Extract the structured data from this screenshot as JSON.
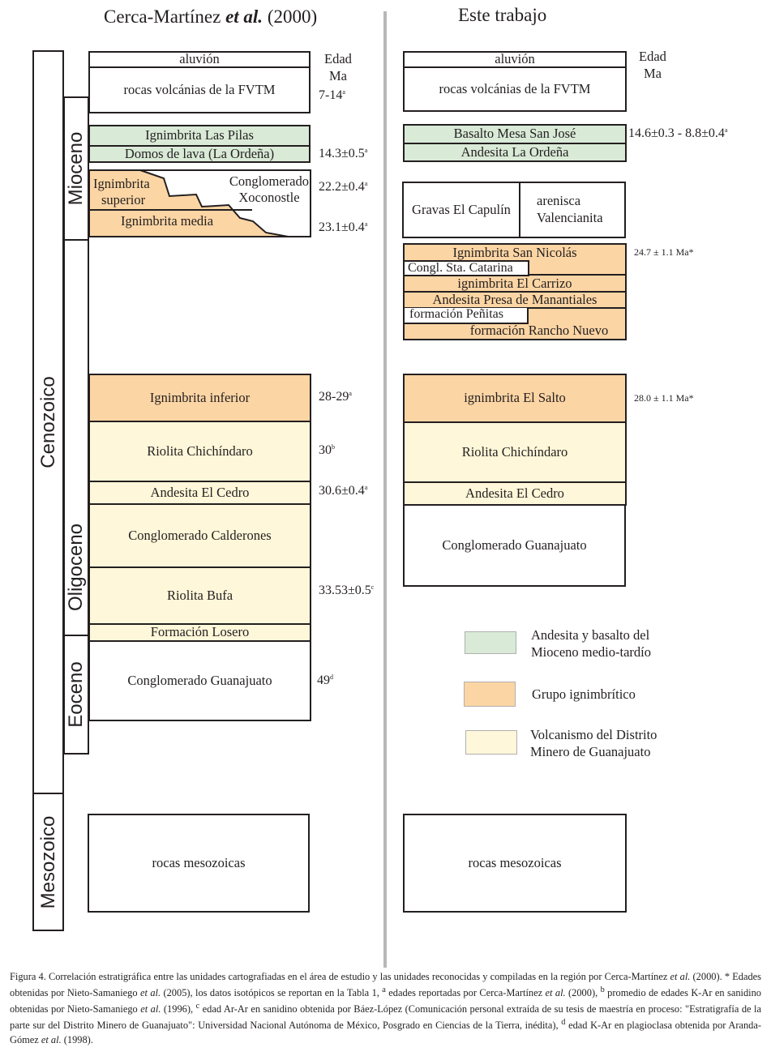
{
  "left_column": {
    "title_prefix": "Cerca-Martínez ",
    "title_italic": "et al.",
    "title_suffix": " (2000)",
    "age_header": [
      "Edad",
      "Ma"
    ],
    "units": {
      "aluvion": "aluvión",
      "fvtm": "rocas volcánias de la FVTM",
      "las_pilas": "Ignimbrita Las Pilas",
      "domos": "Domos de lava (La Ordeña)",
      "ign_superior": [
        "Ignimbrita",
        "superior"
      ],
      "xoconostle": [
        "Conglomerado",
        "Xoconostle"
      ],
      "ign_media": "Ignimbrita media",
      "ign_inferior": "Ignimbrita inferior",
      "chichindaro": "Riolita Chichíndaro",
      "cedro": "Andesita El Cedro",
      "calderones": "Conglomerado Calderones",
      "bufa": "Riolita Bufa",
      "losero": "Formación Losero",
      "guanajuato": "Conglomerado Guanajuato",
      "mesozoicas": "rocas mesozoicas"
    },
    "ages": {
      "fvtm": {
        "value": "7-14",
        "note": "a"
      },
      "domos": {
        "value": "14.3±0.5",
        "note": "a"
      },
      "superior": {
        "value": "22.2±0.4",
        "note": "a"
      },
      "media": {
        "value": "23.1±0.4",
        "note": "a"
      },
      "inferior": {
        "value": "28-29",
        "note": "a"
      },
      "chichindaro": {
        "value": "30",
        "note": "b"
      },
      "cedro": {
        "value": "30.6±0.4",
        "note": "a"
      },
      "bufa": {
        "value": "33.53±0.5",
        "note": "c"
      },
      "guanajuato": {
        "value": "49",
        "note": "d"
      }
    }
  },
  "right_column": {
    "title": "Este trabajo",
    "age_header": [
      "Edad",
      "Ma"
    ],
    "units": {
      "aluvion": "aluvión",
      "fvtm": "rocas volcánias de la FVTM",
      "mesa_san_jose": "Basalto Mesa San José",
      "la_ordena": "Andesita La Ordeña",
      "capulin": "Gravas El Capulín",
      "valencianita": [
        "arenisca",
        "Valencianita"
      ],
      "san_nicolas": "Ignimbrita San Nicolás",
      "sta_catarina": "Congl. Sta. Catarina",
      "el_carrizo": "ignimbrita El Carrizo",
      "manantiales": "Andesita Presa de Manantiales",
      "penitas": "formación Peñitas",
      "rancho_nuevo": "formación Rancho Nuevo",
      "el_salto": "ignimbrita El Salto",
      "chichindaro": "Riolita Chichíndaro",
      "cedro": "Andesita El Cedro",
      "guanajuato": "Conglomerado Guanajuato",
      "mesozoicas": "rocas mesozoicas"
    },
    "ages": {
      "mesa": {
        "value": "14.6±0.3 - 8.8±0.4",
        "note": "a"
      },
      "san_nicolas": "24.7 ± 1.1 Ma*",
      "el_salto": "28.0 ± 1.1 Ma*"
    }
  },
  "eras": {
    "cenozoico": "Cenozoico",
    "mesozoico": "Mesozoico"
  },
  "epochs": {
    "mioceno": "Mioceno",
    "oligoceno": "Oligoceno",
    "eoceno": "Eoceno"
  },
  "legend": [
    {
      "label": [
        "Andesita y basalto del",
        "Mioceno medio-tardío"
      ],
      "color": "#d9ead7"
    },
    {
      "label": [
        "Grupo ignimbrítico"
      ],
      "color": "#fcd5a4"
    },
    {
      "label": [
        "Volcanismo del Distrito",
        "Minero de Guanajuato"
      ],
      "color": "#fff7d9"
    }
  ],
  "caption": {
    "p1": "Figura 4. Correlación estratigráfica entre las unidades cartografiadas en el área de estudio y las unidades reconocidas y compiladas en la región por Cerca-Martínez ",
    "etal": "et al.",
    "p2": " (2000). * Edades obtenidas por Nieto-Samaniego ",
    "p3": " (2005), los datos isotópicos se reportan en la Tabla 1, ",
    "sup_a": "a",
    "p4": " edades reportadas por Cerca-Martínez ",
    "p5": " (2000), ",
    "sup_b": "b",
    "p6": " promedio de edades K-Ar en sanidino obtenidas por Nieto-Samaniego ",
    "p7": " (1996), ",
    "sup_c": "c",
    "p8": " edad Ar-Ar en sanidino obtenida por Báez-López (Comunicación personal extraída de su tesis de maestría en proceso: \"Estratigrafía de la parte sur del Distrito Minero de Guanajuato\": Universidad Nacional Autónoma de México, Posgrado en Ciencias de la Tierra, inédita), ",
    "sup_d": "d",
    "p9": " edad K-Ar en plagioclasa obtenida por Aranda-Gómez ",
    "p10": " (1998)."
  }
}
